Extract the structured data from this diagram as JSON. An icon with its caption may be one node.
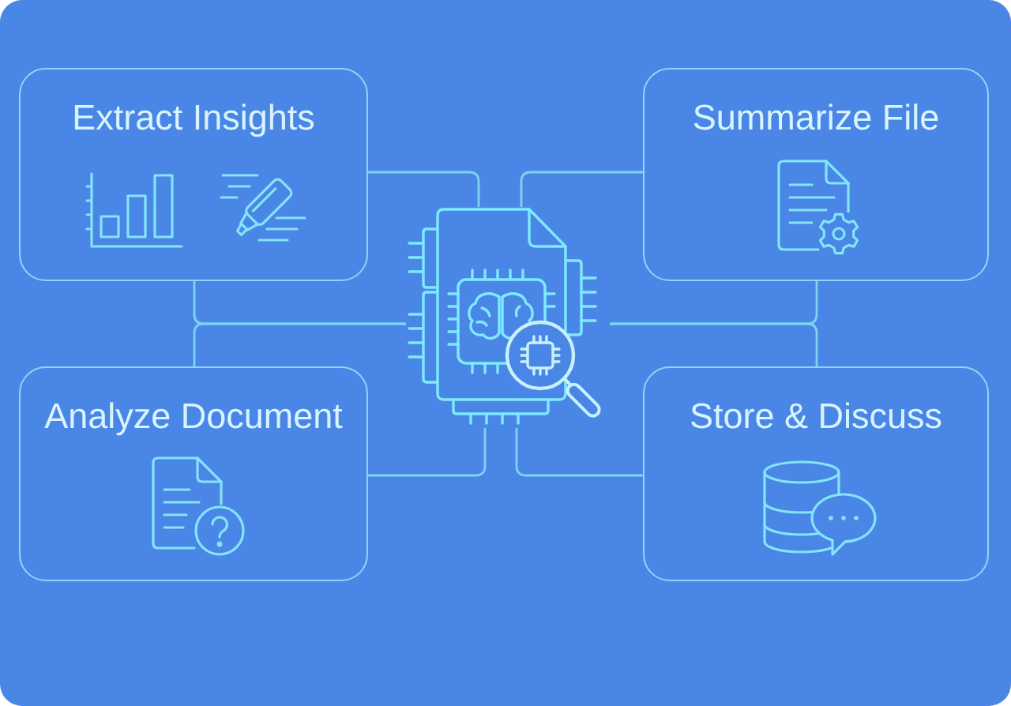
{
  "diagram": {
    "nodes": [
      {
        "text": [
          "Extract Insights"
        ]
      },
      {
        "text": [
          "Summarize File"
        ]
      },
      {
        "text": [],
        "shape": "picture"
      },
      {
        "text": [
          "Analyze Document"
        ]
      },
      {
        "text": [
          "Store & Discuss"
        ]
      }
    ],
    "edges": [
      {
        "from": 2,
        "to": 0,
        "arrow": "none"
      },
      {
        "from": 2,
        "to": 1,
        "arrow": "none"
      },
      {
        "from": 2,
        "to": 0,
        "arrow": "none"
      },
      {
        "from": 2,
        "to": 3,
        "arrow": "none"
      },
      {
        "from": 2,
        "to": 1,
        "arrow": "none"
      },
      {
        "from": 2,
        "to": 4,
        "arrow": "none"
      },
      {
        "from": 2,
        "to": 3,
        "arrow": "none"
      },
      {
        "from": 2,
        "to": 4,
        "arrow": "none"
      }
    ]
  }
}
